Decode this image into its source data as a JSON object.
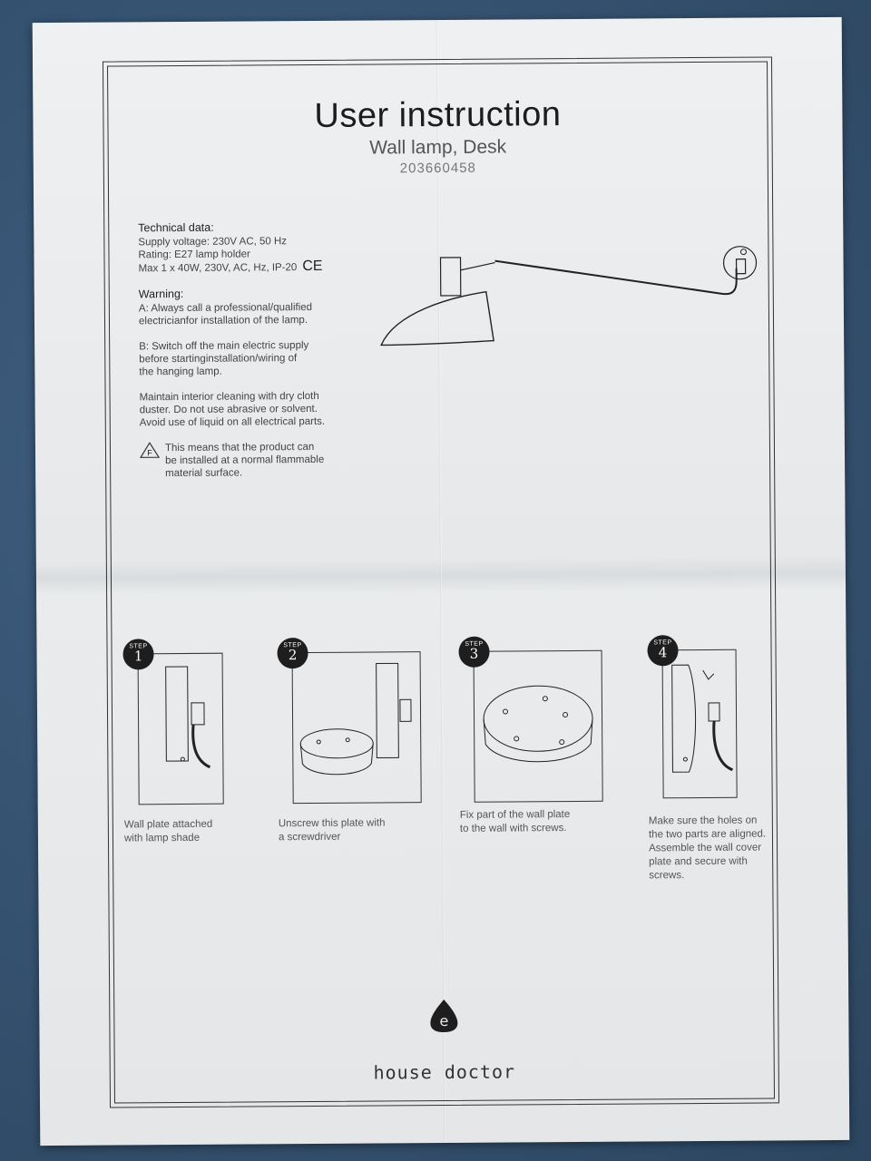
{
  "header": {
    "title": "User instruction",
    "subtitle": "Wall lamp, Desk",
    "code": "203660458"
  },
  "technical": {
    "heading": "Technical data:",
    "lines": [
      "Supply voltage: 230V AC, 50 Hz",
      "Rating: E27 lamp holder",
      "Max 1 x 40W, 230V, AC, Hz, IP-20"
    ],
    "ce_mark": "CE"
  },
  "warning": {
    "heading": "Warning:",
    "a": [
      "A: Always call a professional/qualified",
      "electricianfor installation of the lamp."
    ],
    "b": [
      "B: Switch off the main electric supply",
      "before startinginstallation/wiring of",
      "the hanging lamp."
    ],
    "cleaning": [
      "Maintain interior cleaning with dry cloth",
      "duster. Do not use abrasive or solvent.",
      "Avoid use of liquid on all electrical parts."
    ],
    "f_symbol": "F",
    "flammable": [
      "This means that the product can",
      "be installed at a normal flammable",
      "material surface."
    ]
  },
  "steps": [
    {
      "word": "STEP",
      "number": "1",
      "caption": [
        "Wall plate attached",
        "with lamp shade"
      ]
    },
    {
      "word": "STEP",
      "number": "2",
      "caption": [
        "Unscrew this plate with",
        "a screwdriver"
      ]
    },
    {
      "word": "STEP",
      "number": "3",
      "caption": [
        "Fix part of the wall plate",
        "to the wall with screws."
      ]
    },
    {
      "word": "STEP",
      "number": "4",
      "caption": [
        "Make sure the holes on",
        "the two parts are aligned.",
        "Assemble the wall cover",
        "plate and secure with",
        "screws."
      ]
    }
  ],
  "footer": {
    "brand": "house doctor",
    "logo_icon": "house-doctor-logo-icon"
  }
}
